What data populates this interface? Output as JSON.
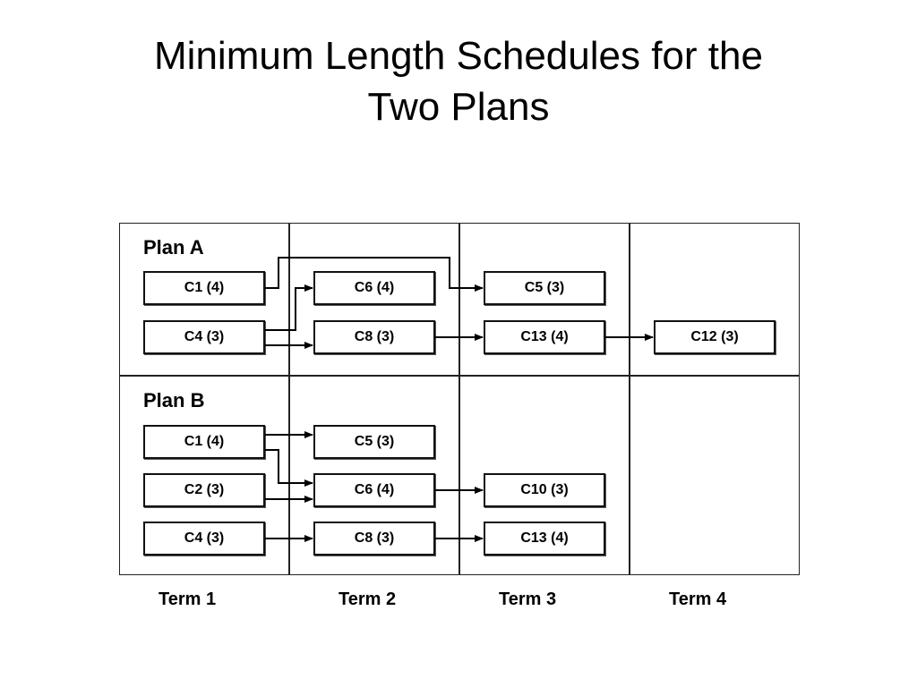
{
  "title": {
    "line1": "Minimum Length Schedules for the",
    "line2": "Two Plans"
  },
  "plan_a": {
    "label": "Plan A",
    "courses": {
      "c1": "C1 (4)",
      "c4": "C4 (3)",
      "c6": "C6 (4)",
      "c8": "C8 (3)",
      "c5": "C5 (3)",
      "c13": "C13 (4)",
      "c12": "C12 (3)"
    }
  },
  "plan_b": {
    "label": "Plan B",
    "courses": {
      "c1": "C1 (4)",
      "c2": "C2 (3)",
      "c4": "C4 (3)",
      "c5": "C5 (3)",
      "c6": "C6 (4)",
      "c8": "C8 (3)",
      "c10": "C10 (3)",
      "c13": "C13 (4)"
    }
  },
  "terms": [
    "Term 1",
    "Term 2",
    "Term 3",
    "Term 4"
  ],
  "prerequisites": {
    "plan_a": [
      [
        "C1",
        "C5"
      ],
      [
        "C4",
        "C6"
      ],
      [
        "C4",
        "C8"
      ],
      [
        "C8",
        "C13"
      ],
      [
        "C13",
        "C12"
      ]
    ],
    "plan_b": [
      [
        "C1",
        "C5"
      ],
      [
        "C1",
        "C6"
      ],
      [
        "C2",
        "C6"
      ],
      [
        "C4",
        "C8"
      ],
      [
        "C6",
        "C10"
      ],
      [
        "C8",
        "C13"
      ]
    ]
  }
}
